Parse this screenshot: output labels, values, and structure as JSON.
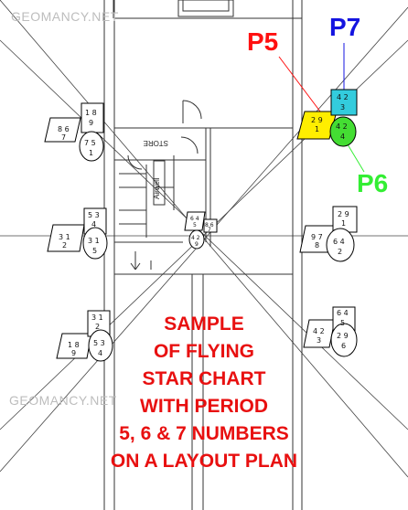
{
  "watermarks": {
    "top": "GEOMANCY.NET",
    "middle": "GEOMANCY.NET"
  },
  "period_labels": {
    "p5": "P5",
    "p6": "P6",
    "p7": "P7"
  },
  "colors": {
    "p5": "#ff1010",
    "p6": "#33ee33",
    "p7": "#1414e0",
    "p5_fill": "#ffee00",
    "p6_fill": "#44dd33",
    "p7_fill": "#33ccdd",
    "caption": "#e81010"
  },
  "room_labels": {
    "store": "STORE",
    "airwell": "Airwell"
  },
  "caption": [
    "SAMPLE",
    "OF FLYING",
    "STAR CHART",
    "WITH PERIOD",
    "5, 6 & 7 NUMBERS",
    "ON A LAYOUT PLAN"
  ],
  "sectors": {
    "nw": {
      "para": "8 6\n7",
      "square": "1 8\n9",
      "circle": "7 5\n1"
    },
    "w": {
      "para": "3 1\n2",
      "square": "5 3\n4",
      "circle": "3 1\n5"
    },
    "sw": {
      "para": "1 8\n9",
      "square": "3 1\n2",
      "circle": "5 3\n4"
    },
    "ne": {
      "para": "2 9\n1",
      "square": "4 2\n3",
      "circle": "4 2\n4"
    },
    "e": {
      "para": "9 7\n8",
      "square": "2 9\n1",
      "circle": "6 4\n2"
    },
    "se": {
      "para": "4 2\n3",
      "square": "6 4\n5",
      "circle": "2 9\n6"
    },
    "center": {
      "para": "6 4\n5",
      "square": "8 6\n7",
      "circle": "4 2\n9"
    }
  }
}
